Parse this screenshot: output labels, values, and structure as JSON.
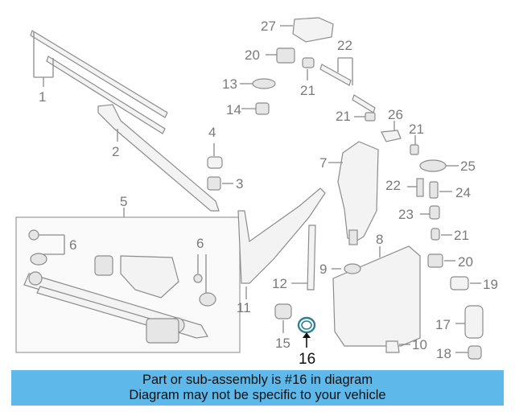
{
  "diagram": {
    "highlight_part": "16",
    "highlight_color": "#2f7f93",
    "accent_color": "#5fb8ea",
    "part_labels": [
      "1",
      "2",
      "3",
      "4",
      "5",
      "6",
      "6",
      "7",
      "8",
      "9",
      "10",
      "11",
      "12",
      "13",
      "14",
      "15",
      "16",
      "17",
      "18",
      "19",
      "20",
      "20",
      "21",
      "21",
      "21",
      "21",
      "22",
      "22",
      "23",
      "24",
      "25",
      "26",
      "27"
    ]
  },
  "banner": {
    "line1": "Part or sub-assembly is #16 in diagram",
    "line2": "Diagram may not be specific to your vehicle"
  }
}
